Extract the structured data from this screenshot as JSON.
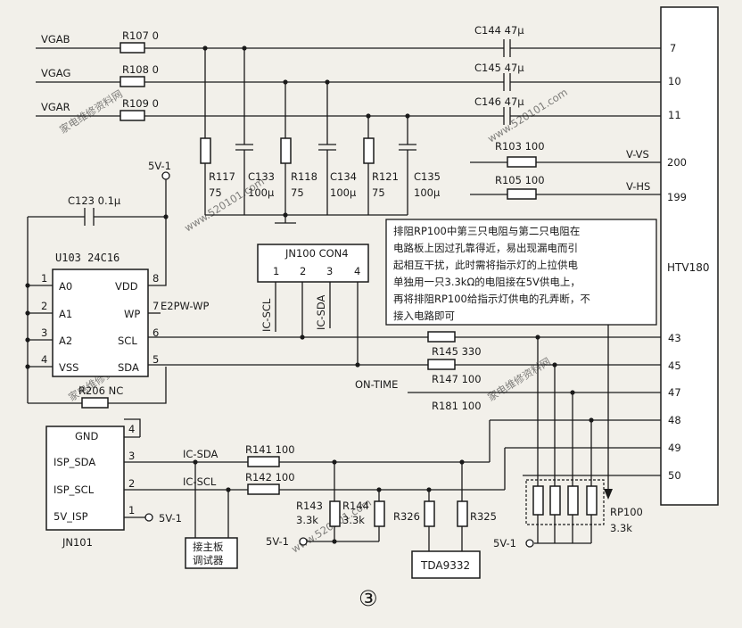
{
  "figure_number": "③",
  "chips": {
    "htv": "HTV180",
    "u103": "U103 24C16",
    "jn100": "JN100 CON4",
    "jn101": "JN101",
    "tda": "TDA9332",
    "mainboard": [
      "接主板",
      "调试器"
    ]
  },
  "signals": {
    "vgab": "VGAB",
    "vgag": "VGAG",
    "vgar": "VGAR",
    "vvs": "V-VS",
    "vhs": "V-HS",
    "on_time": "ON-TIME",
    "ic_scl": "IC-SCL",
    "ic_sda": "IC-SDA",
    "v5_1": "5V-1"
  },
  "components": {
    "r107": "R107 0",
    "r108": "R108 0",
    "r109": "R109 0",
    "c144": "C144 47μ",
    "c145": "C145 47μ",
    "c146": "C146 47μ",
    "r103": "R103 100",
    "r105": "R105 100",
    "r117": "R117",
    "r117_val": "75",
    "c133": "C133",
    "c133_val": "100μ",
    "r118": "R118",
    "r118_val": "75",
    "c134": "C134",
    "c134_val": "100μ",
    "r121": "R121",
    "r121_val": "75",
    "c135": "C135",
    "c135_val": "100μ",
    "c123": "C123 0.1μ",
    "r206": "R206 NC",
    "r145": "R145 330",
    "r147": "R147 100",
    "r181": "R181 100",
    "r141": "R141 100",
    "r142": "R142 100",
    "r143": "R143",
    "r143_val": "3.3k",
    "r144": "R144",
    "r144_val": "3.3k",
    "r326": "R326",
    "r325": "R325",
    "rp100": "RP100",
    "rp100_val": "3.3k"
  },
  "htv_pins": [
    "7",
    "10",
    "11",
    "200",
    "199",
    "43",
    "45",
    "47",
    "48",
    "49",
    "50"
  ],
  "u103_pins": {
    "left": [
      {
        "num": "1",
        "name": "A0"
      },
      {
        "num": "2",
        "name": "A1"
      },
      {
        "num": "3",
        "name": "A2"
      },
      {
        "num": "4",
        "name": "VSS"
      }
    ],
    "right": [
      {
        "num": "8",
        "name": "VDD"
      },
      {
        "num": "7",
        "name": "WP"
      },
      {
        "num": "6",
        "name": "SCL"
      },
      {
        "num": "5",
        "name": "SDA"
      }
    ],
    "wp_net": "E2PW-WP"
  },
  "jn100_pins": [
    "1",
    "2",
    "3",
    "4"
  ],
  "jn101_pins": [
    {
      "num": "4",
      "name": "GND"
    },
    {
      "num": "3",
      "name": "ISP_SDA"
    },
    {
      "num": "2",
      "name": "ISP_SCL"
    },
    {
      "num": "1",
      "name": "5V_ISP"
    }
  ],
  "note_lines": [
    "排阻RP100中第三只电阻与第二只电阻在",
    "电路板上因过孔靠得近，易出现漏电而引",
    "起相互干扰，此时需将指示灯的上拉供电",
    "单独用一只3.3kΩ的电阻接在5V供电上，",
    "再将排阻RP100给指示灯供电的孔弄断，不",
    "接入电路即可"
  ],
  "watermarks": [
    "家电维修资料网",
    "www.520101.com"
  ]
}
